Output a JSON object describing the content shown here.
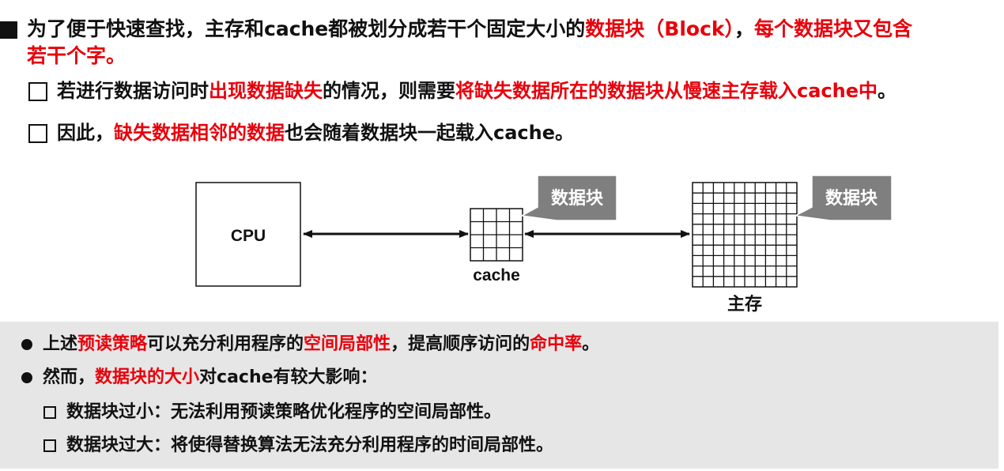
{
  "intro": {
    "line1_a": "为了便于快速查找，主存和cache都被划分成若干个固定大小的",
    "line1_b": "数据块（Block）",
    "line1_c": "，",
    "line1_d": "每个数据块又包含",
    "line2": "若干个字。"
  },
  "bullets": [
    {
      "a": "若进行数据访问时",
      "b": "出现数据缺失",
      "c": "的情况，则需要",
      "d": "将缺失数据所在的数据块从慢速主存载入cache中",
      "e": "。"
    },
    {
      "a": "因此，",
      "b": "缺失数据相邻的数据",
      "c": "也会随着数据块一起载入cache。"
    }
  ],
  "diagram": {
    "cpu_label": "CPU",
    "cache_label": "cache",
    "memory_label": "主存",
    "callout_cache": "数据块",
    "callout_memory": "数据块",
    "cache_grid": 4,
    "memory_grid": 10
  },
  "summary": {
    "item1": {
      "a": "上述",
      "b": "预读策略",
      "c": "可以充分利用程序的",
      "d": "空间局部性",
      "e": "，提高顺序访问的",
      "f": "命中率",
      "g": "。"
    },
    "item2": {
      "a": "然而，",
      "b": "数据块的大小",
      "c": "对cache有较大影响："
    },
    "sub1": "数据块过小：无法利用预读策略优化程序的空间局部性。",
    "sub2": "数据块过大：将使得替换算法无法充分利用程序的时间局部性。"
  },
  "colors": {
    "accent": "#e8000b",
    "callout": "#7f7f7f",
    "panel": "#e6e6e6"
  }
}
